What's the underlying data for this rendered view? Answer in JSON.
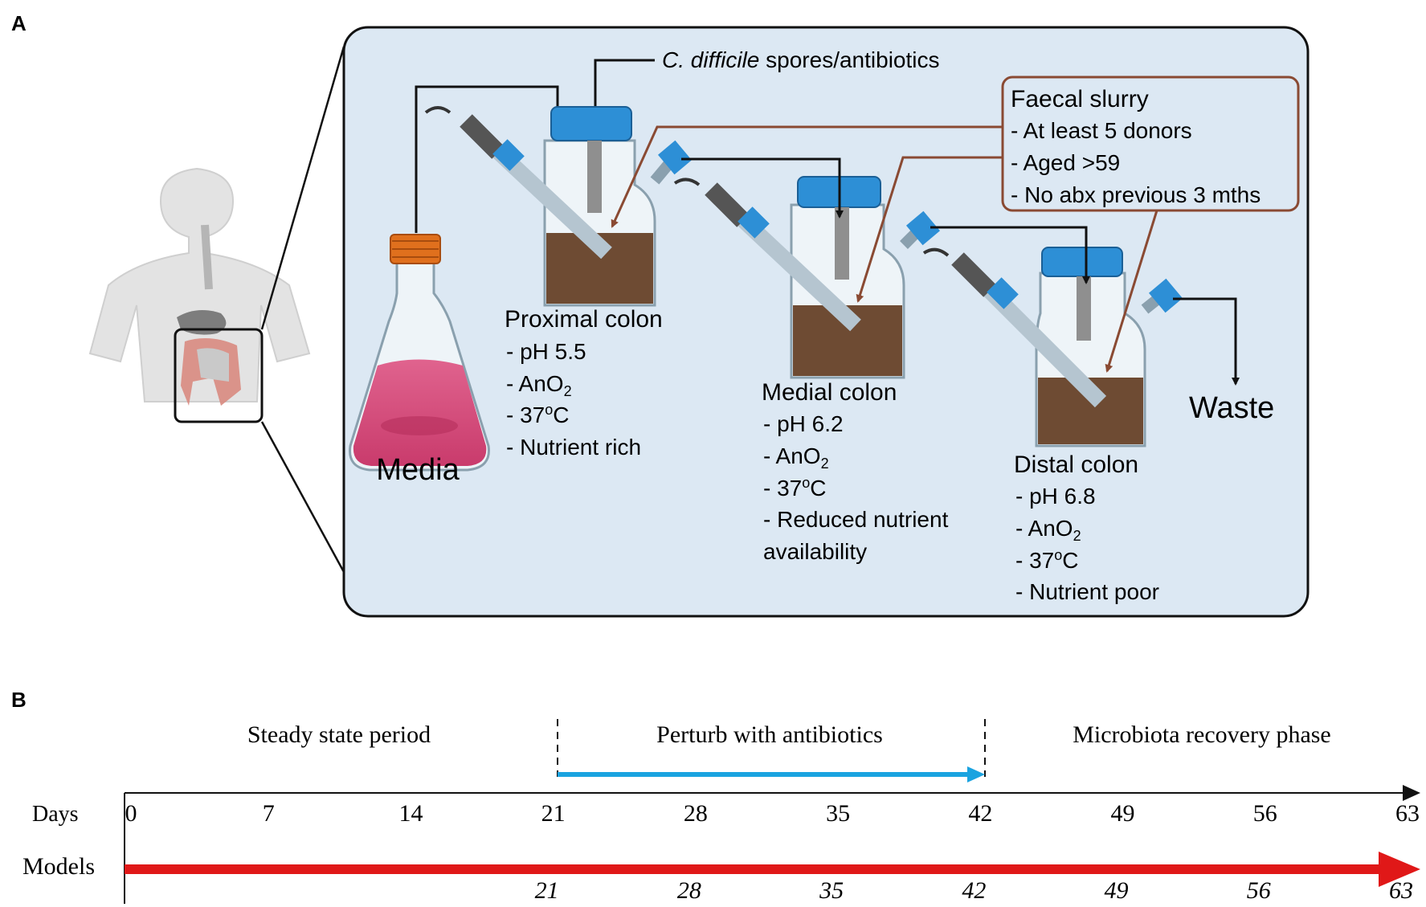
{
  "panel_a": {
    "label": "A",
    "inlet_label_italic": "C. difficile",
    "inlet_label_rest": " spores/antibiotics",
    "media_label": "Media",
    "waste_label": "Waste",
    "slurry": {
      "title": "Faecal slurry",
      "items": [
        "- At least 5 donors",
        "- Aged >59",
        "- No abx previous 3 mths"
      ]
    },
    "vessels": [
      {
        "name": "Proximal colon",
        "ph": "- pH 5.5",
        "ano2_prefix": "- AnO",
        "ano2_sub": "2",
        "temp_prefix": "- 37",
        "temp_sup": "o",
        "temp_unit": "C",
        "nutrient": [
          "- Nutrient rich"
        ]
      },
      {
        "name": "Medial colon",
        "ph": "- pH 6.2",
        "ano2_prefix": "- AnO",
        "ano2_sub": "2",
        "temp_prefix": "- 37",
        "temp_sup": "o",
        "temp_unit": "C",
        "nutrient": [
          "- Reduced nutrient",
          "availability"
        ]
      },
      {
        "name": "Distal colon",
        "ph": "- pH 6.8",
        "ano2_prefix": "- AnO",
        "ano2_sub": "2",
        "temp_prefix": "- 37",
        "temp_sup": "o",
        "temp_unit": "C",
        "nutrient": [
          "- Nutrient poor"
        ]
      }
    ]
  },
  "panel_b": {
    "label": "B",
    "phases": [
      "Steady state period",
      "Perturb with antibiotics",
      "Microbiota recovery phase"
    ],
    "days_label": "Days",
    "models_label": "Models",
    "day_ticks": [
      "0",
      "7",
      "14",
      "21",
      "28",
      "35",
      "42",
      "49",
      "56",
      "63"
    ],
    "model_ticks": [
      "21",
      "28",
      "35",
      "42",
      "49",
      "56",
      "63"
    ],
    "colors": {
      "antibiotic_arrow": "#1aa3e0",
      "models_arrow": "#e01818",
      "panel_fill": "#dce8f3",
      "slurry_box": "#8a4a33"
    }
  }
}
